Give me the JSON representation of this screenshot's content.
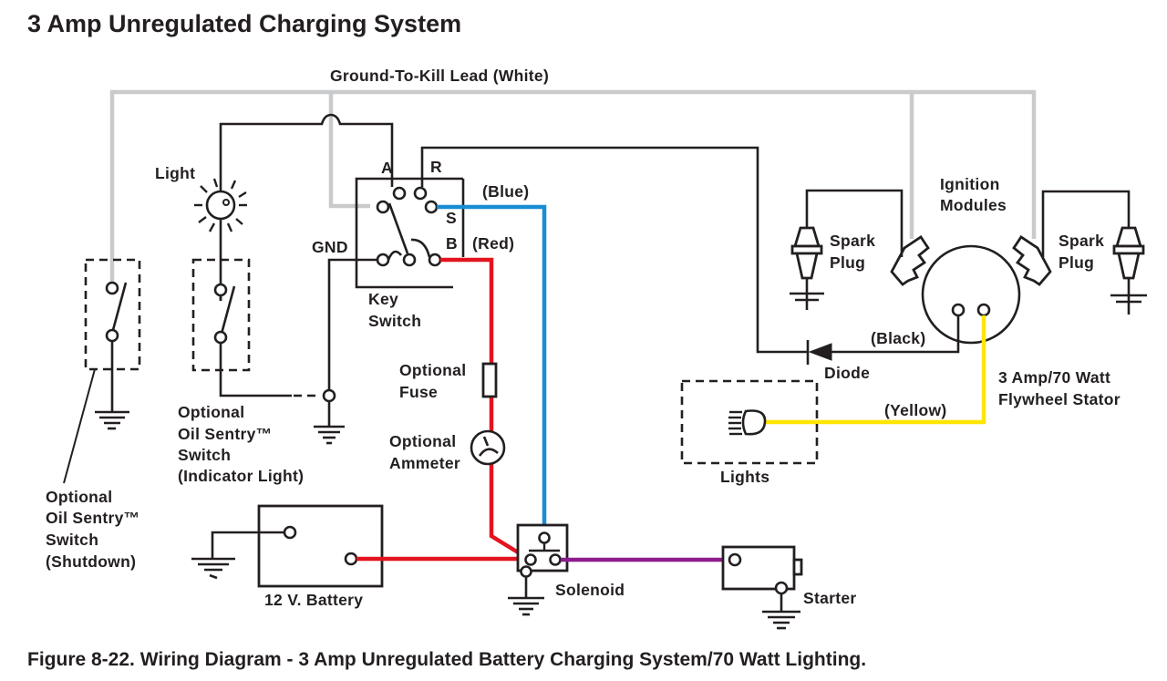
{
  "title": "3 Amp Unregulated Charging System",
  "caption": "Figure 8-22. Wiring Diagram - 3 Amp Unregulated Battery Charging System/70 Watt Lighting.",
  "wire_colors": {
    "ground_to_kill": "#c9cacb",
    "red": "#e3141f",
    "blue": "#1a8dd2",
    "yellow": "#ffe600",
    "purple": "#8e1c8d",
    "black": "#231f20"
  },
  "labels": {
    "ground_to_kill_lead": "Ground-To-Kill Lead (White)",
    "light": "Light",
    "key_switch_terminal_a": "A",
    "key_switch_terminal_r": "R",
    "key_switch_terminal_s": "S",
    "key_switch_terminal_b": "B",
    "gnd": "GND",
    "blue": "(Blue)",
    "red": "(Red)",
    "key_switch": [
      "Key",
      "Switch"
    ],
    "ignition_modules": [
      "Ignition",
      "Modules"
    ],
    "spark_plug_left": [
      "Spark",
      "Plug"
    ],
    "spark_plug_right": [
      "Spark",
      "Plug"
    ],
    "black": "(Black)",
    "diode": "Diode",
    "stator": [
      "3 Amp/70 Watt",
      "Flywheel Stator"
    ],
    "yellow": "(Yellow)",
    "lights": "Lights",
    "optional_fuse": [
      "Optional",
      "Fuse"
    ],
    "optional_ammeter": [
      "Optional",
      "Ammeter"
    ],
    "oil_sentry_indicator": [
      "Optional",
      "Oil Sentry™",
      "Switch",
      "(Indicator Light)"
    ],
    "oil_sentry_shutdown": [
      "Optional",
      "Oil Sentry™",
      "Switch",
      "(Shutdown)"
    ],
    "battery": "12 V. Battery",
    "solenoid": "Solenoid",
    "starter": "Starter"
  },
  "components": [
    {
      "id": "key-switch",
      "icon": "key-switch-icon"
    },
    {
      "id": "indicator-light",
      "icon": "lamp-icon"
    },
    {
      "id": "oil-sentry-indicator-switch",
      "icon": "switch-icon"
    },
    {
      "id": "oil-sentry-shutdown-switch",
      "icon": "switch-icon"
    },
    {
      "id": "fuse",
      "icon": "fuse-icon"
    },
    {
      "id": "ammeter",
      "icon": "ammeter-icon"
    },
    {
      "id": "battery",
      "icon": "battery-icon"
    },
    {
      "id": "solenoid",
      "icon": "solenoid-icon"
    },
    {
      "id": "starter",
      "icon": "starter-icon"
    },
    {
      "id": "spark-plug-left",
      "icon": "spark-plug-icon"
    },
    {
      "id": "spark-plug-right",
      "icon": "spark-plug-icon"
    },
    {
      "id": "ignition-modules",
      "icon": "ignition-module-icon"
    },
    {
      "id": "flywheel-stator",
      "icon": "stator-icon"
    },
    {
      "id": "diode",
      "icon": "diode-icon"
    },
    {
      "id": "lights",
      "icon": "headlight-icon"
    }
  ]
}
